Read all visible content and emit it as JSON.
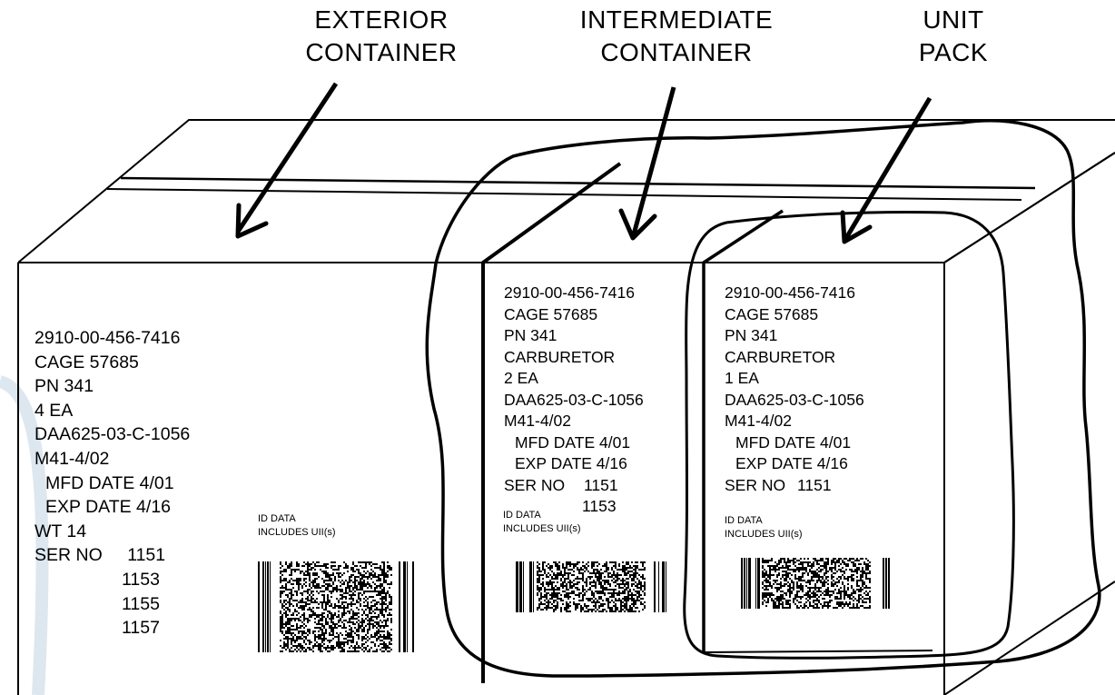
{
  "headings": {
    "exterior": [
      "EXTERIOR",
      "CONTAINER"
    ],
    "intermediate": [
      "INTERMEDIATE",
      "CONTAINER"
    ],
    "unit": [
      "UNIT",
      "PACK"
    ]
  },
  "exterior_label": {
    "nsn": "2910-00-456-7416",
    "cage": "CAGE 57685",
    "pn": "PN 341",
    "qty": "4 EA",
    "contract": "DAA625-03-C-1056",
    "lot": "M41-4/02",
    "mfd": "MFD DATE 4/01",
    "exp": "EXP DATE 4/16",
    "wt": "WT 14",
    "ser_label": "SER NO",
    "serials": [
      "1151",
      "1153",
      "1155",
      "1157"
    ]
  },
  "intermediate_label": {
    "nsn": "2910-00-456-7416",
    "cage": "CAGE 57685",
    "pn": "PN 341",
    "item": "CARBURETOR",
    "qty": "2 EA",
    "contract": "DAA625-03-C-1056",
    "lot": "M41-4/02",
    "mfd": "MFD DATE 4/01",
    "exp": "EXP DATE 4/16",
    "ser_label": "SER NO",
    "serials": [
      "1151",
      "1153"
    ]
  },
  "unit_label": {
    "nsn": "2910-00-456-7416",
    "cage": "CAGE 57685",
    "pn": "PN 341",
    "item": "CARBURETOR",
    "qty": "1 EA",
    "contract": "DAA625-03-C-1056",
    "lot": "M41-4/02",
    "mfd": "MFD DATE 4/01",
    "exp": "EXP DATE 4/16",
    "ser_label": "SER NO",
    "serials": [
      "1151"
    ]
  },
  "id_note": [
    "ID DATA",
    "INCLUDES UII(s)"
  ],
  "colors": {
    "line": "#000000",
    "background": "#ffffff",
    "accent_ring": "#dde7f0"
  }
}
